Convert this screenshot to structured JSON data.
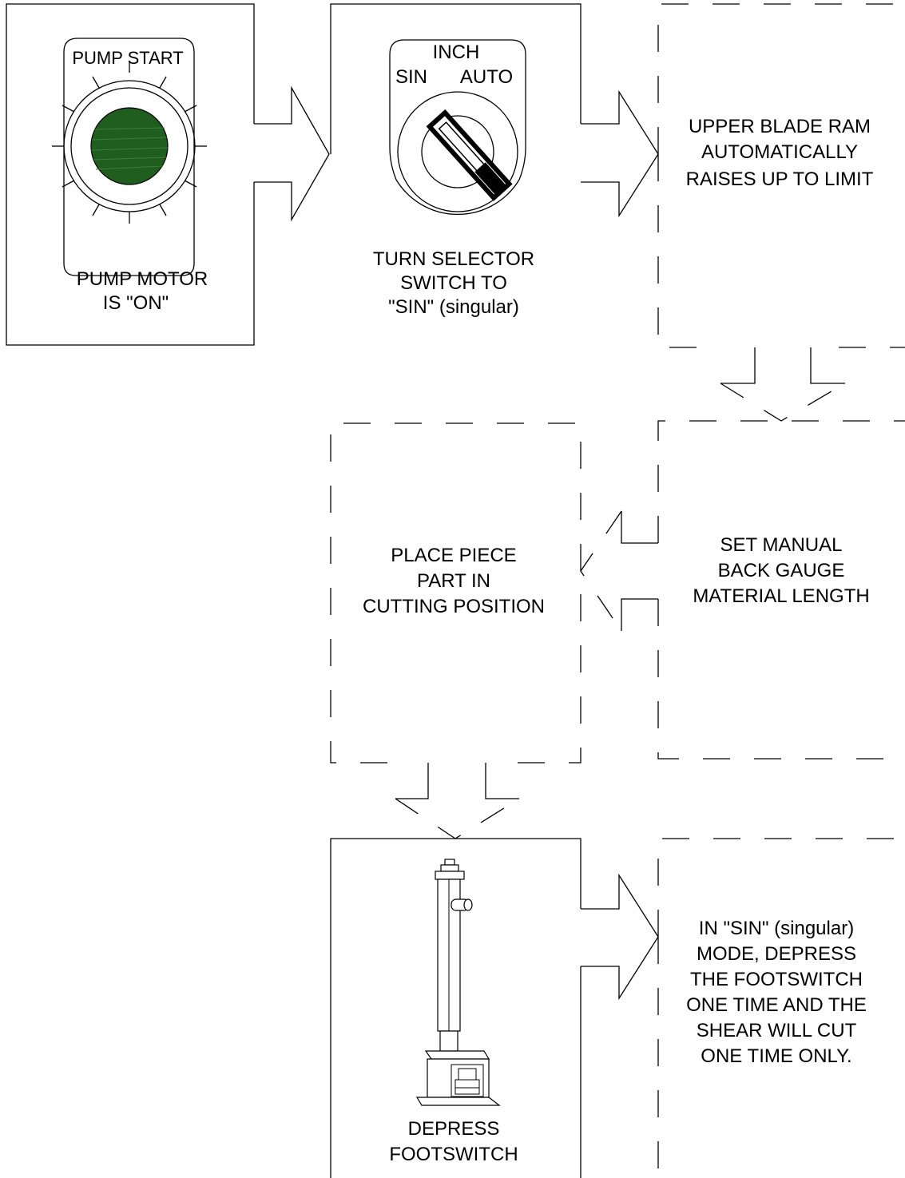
{
  "steps": {
    "pump_on": {
      "label": "PUMP START",
      "caption": [
        "PUMP MOTOR",
        "IS \"ON\""
      ]
    },
    "selector": {
      "top_label": "INCH",
      "left_label": "SIN",
      "right_label": "AUTO",
      "caption": [
        "TURN SELECTOR",
        "SWITCH TO",
        "\"SIN\" (singular)"
      ]
    },
    "ram_raise": {
      "caption": [
        "UPPER BLADE RAM",
        "AUTOMATICALLY",
        "RAISES UP TO LIMIT"
      ]
    },
    "back_gauge": {
      "caption": [
        "SET MANUAL",
        "BACK GAUGE",
        "MATERIAL LENGTH"
      ]
    },
    "place_part": {
      "caption": [
        "PLACE PIECE",
        "PART IN",
        "CUTTING POSITION"
      ]
    },
    "footswitch": {
      "caption": [
        "DEPRESS",
        "FOOTSWITCH"
      ]
    },
    "sin_mode": {
      "caption": [
        "IN \"SIN\" (singular)",
        "MODE, DEPRESS",
        "THE FOOTSWITCH",
        "ONE TIME AND THE",
        "SHEAR WILL CUT",
        "ONE TIME ONLY."
      ]
    }
  },
  "colors": {
    "lamp": "#1f5e1f",
    "lamp_highlight": "#3b7d3b",
    "line": "#000000"
  },
  "icons": [
    "pilot-lamp-icon",
    "selector-switch-icon",
    "footswitch-icon"
  ]
}
